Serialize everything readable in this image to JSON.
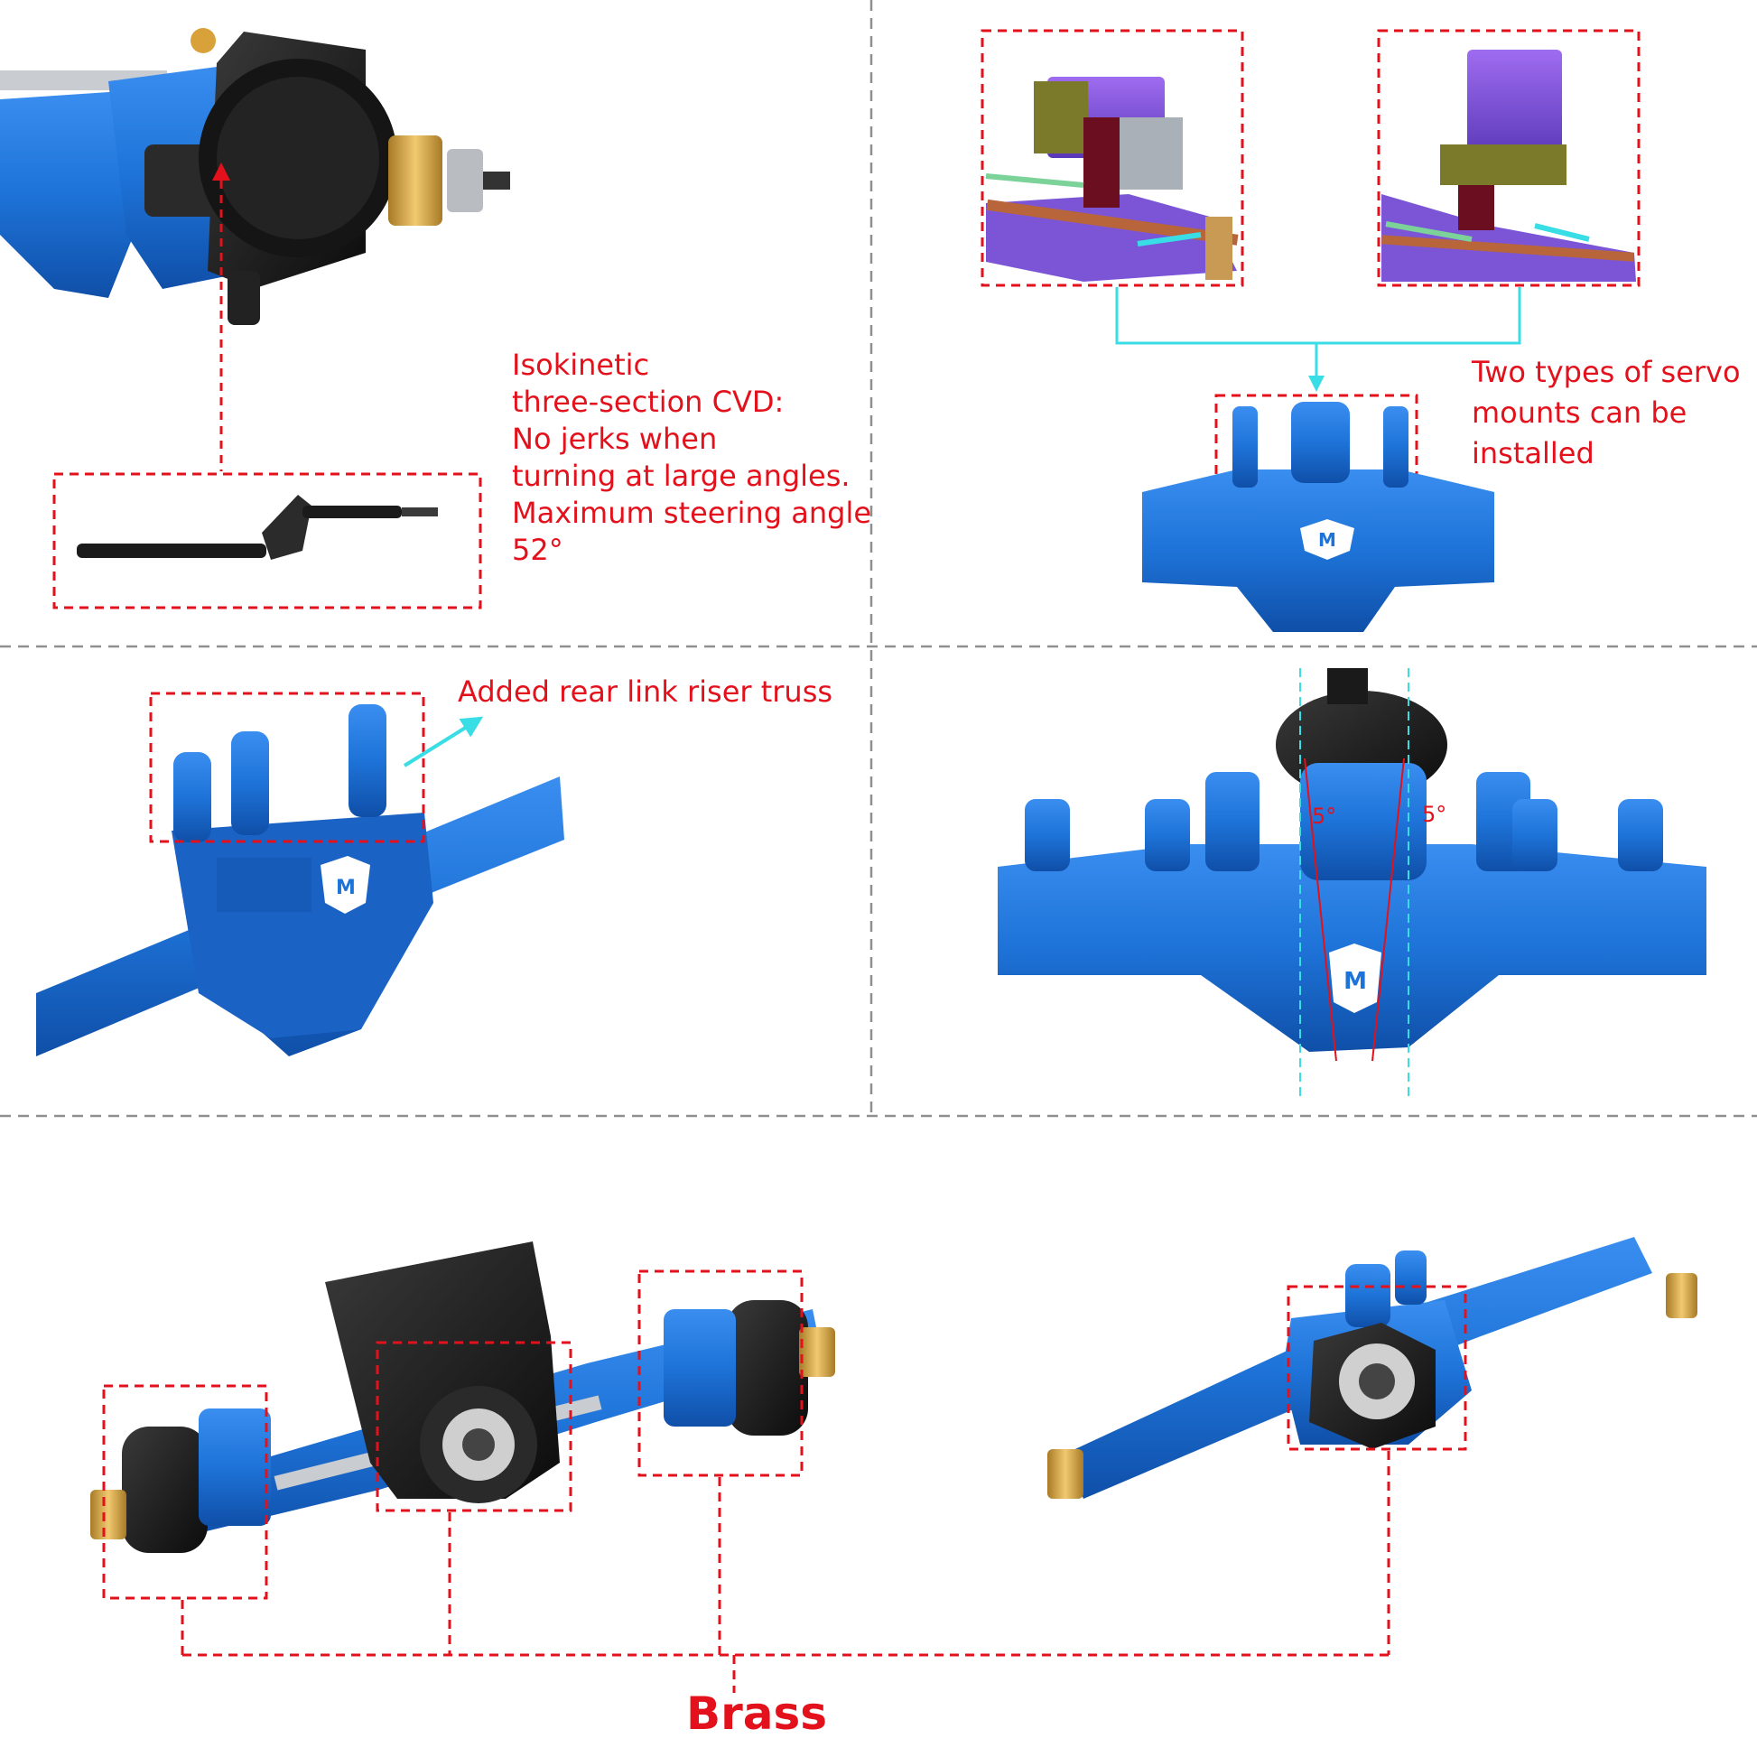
{
  "colors": {
    "caption_red": "#e3111b",
    "dash_red": "#e3111b",
    "divider_gray": "#8f8f8f",
    "connector_cyan": "#39dde5",
    "axle_blue": "#1e73d8",
    "axle_blue_dark": "#0f4fa8",
    "hardware_black": "#1c1c1c",
    "brass": "#d4a64a",
    "servo_purple": "#7b55d6",
    "servo_olive": "#7a7a2a"
  },
  "captions": {
    "cvd_text": "Isokinetic\nthree-section CVD:\nNo jerks when\nturning at large angles.\nMaximum steering angle\n52°",
    "servo_text": "Two types of servo\nmounts can be\ninstalled",
    "truss_text": "Added rear link riser truss",
    "angle_left": "5°",
    "angle_right": "5°",
    "brass_label": "Brass"
  },
  "icons": {
    "logo": "shield-m-logo-icon",
    "pointer": "arrow-icon"
  }
}
